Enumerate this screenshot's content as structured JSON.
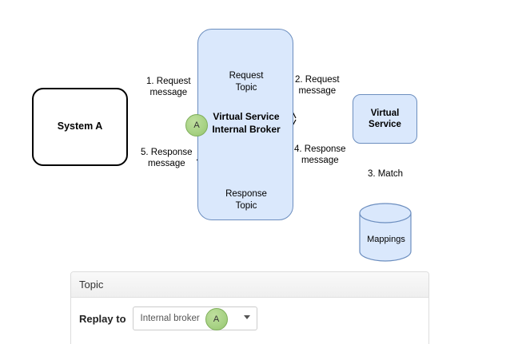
{
  "diagram": {
    "nodes": {
      "system_a": "System A",
      "broker_line1": "Virtual Service",
      "broker_line2": "Internal Broker",
      "virtual_service_line1": "Virtual",
      "virtual_service_line2": "Service",
      "request_topic_line1": "Request",
      "request_topic_line2": "Topic",
      "response_topic_line1": "Response",
      "response_topic_line2": "Topic",
      "mappings": "Mappings"
    },
    "badge": {
      "letter": "A"
    },
    "edge_labels": {
      "step1_line1": "1. Request",
      "step1_line2": "message",
      "step2_line1": "2. Request",
      "step2_line2": "message",
      "step3": "3. Match",
      "step4_line1": "4. Response",
      "step4_line2": "message",
      "step5_line1": "5. Response",
      "step5_line2": "message"
    },
    "colors": {
      "node_fill_blue": "#dae8fc",
      "node_stroke_blue": "#6c8ebf",
      "badge_green": "#a9d386",
      "stroke_black": "#000000",
      "background": "#ffffff"
    }
  },
  "panel": {
    "header_title": "Topic",
    "field_label": "Replay to",
    "select_value": "Internal broker",
    "select_badge_letter": "A",
    "caret_icon": "chevron-down-icon"
  }
}
